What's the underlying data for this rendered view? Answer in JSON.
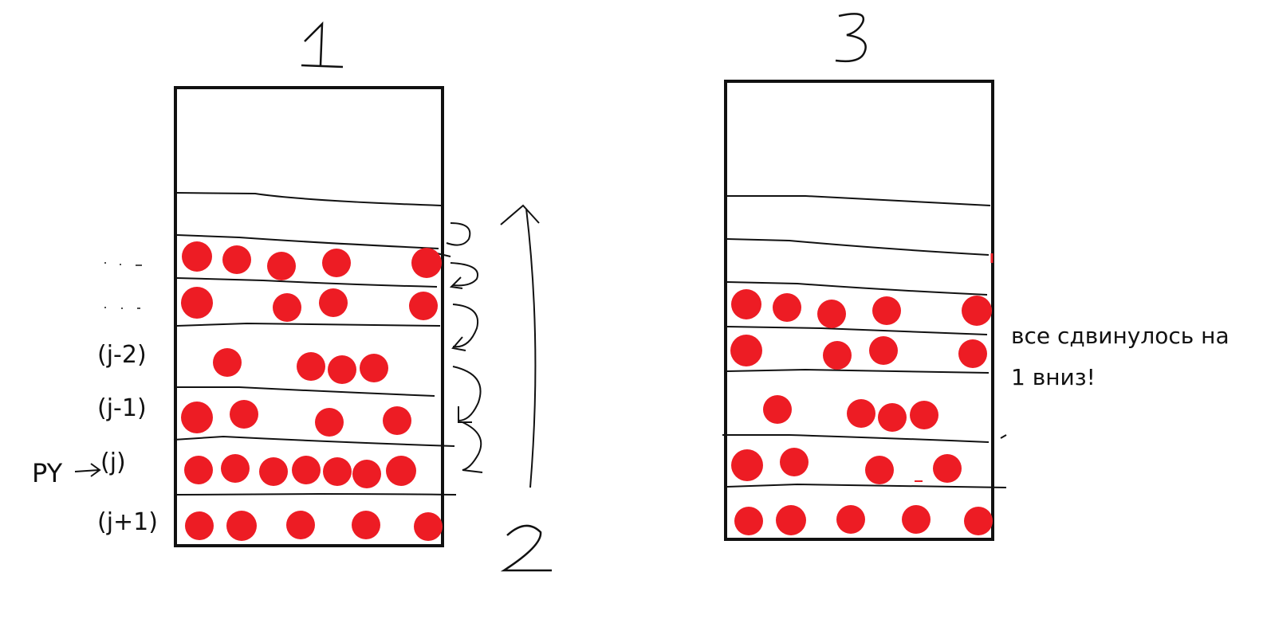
{
  "panels": {
    "left": {
      "number": "1",
      "row_labels": [
        "(j-2)",
        "(j-1)",
        "(j)",
        "(j+1)"
      ],
      "pointer_label": "PY"
    },
    "right": {
      "number": "3"
    }
  },
  "step_number": "2",
  "note": {
    "line1": "все сдвинулось на",
    "line2": "1 вниз!"
  },
  "colors": {
    "ball": "#ed1c24",
    "ink": "#111111"
  }
}
